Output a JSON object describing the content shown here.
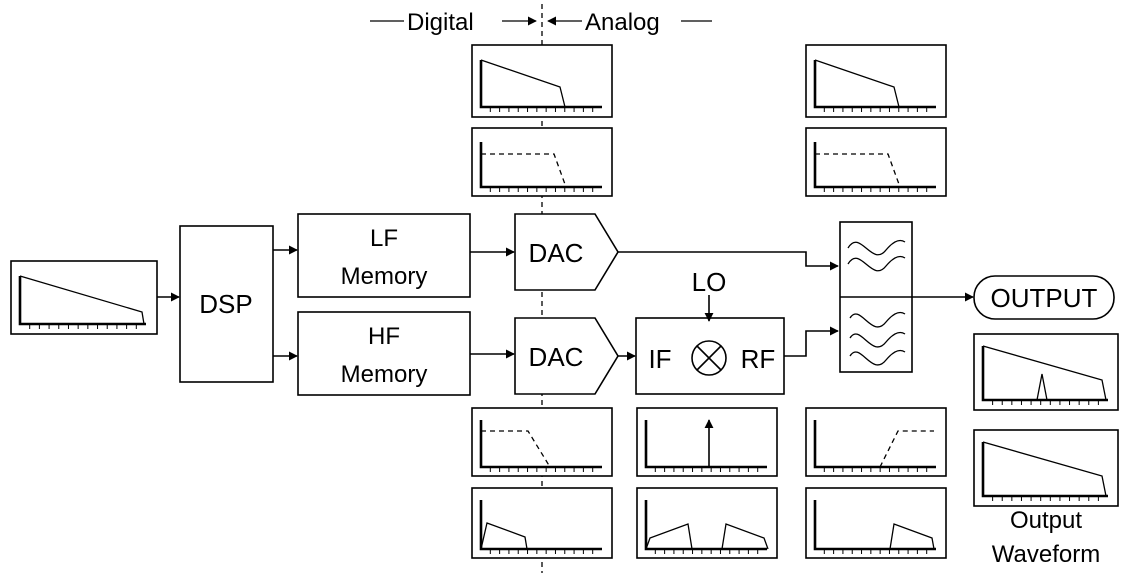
{
  "header": {
    "digital_label": "Digital",
    "analog_label": "Analog"
  },
  "blocks": {
    "dsp": "DSP",
    "lf_memory_line1": "LF",
    "lf_memory_line2": "Memory",
    "hf_memory_line1": "HF",
    "hf_memory_line2": "Memory",
    "dac_lf": "DAC",
    "dac_hf": "DAC",
    "lo": "LO",
    "mixer_if": "IF",
    "mixer_rf": "RF",
    "output": "OUTPUT"
  },
  "captions": {
    "output_waveform_line1": "Output",
    "output_waveform_line2": "Waveform"
  }
}
